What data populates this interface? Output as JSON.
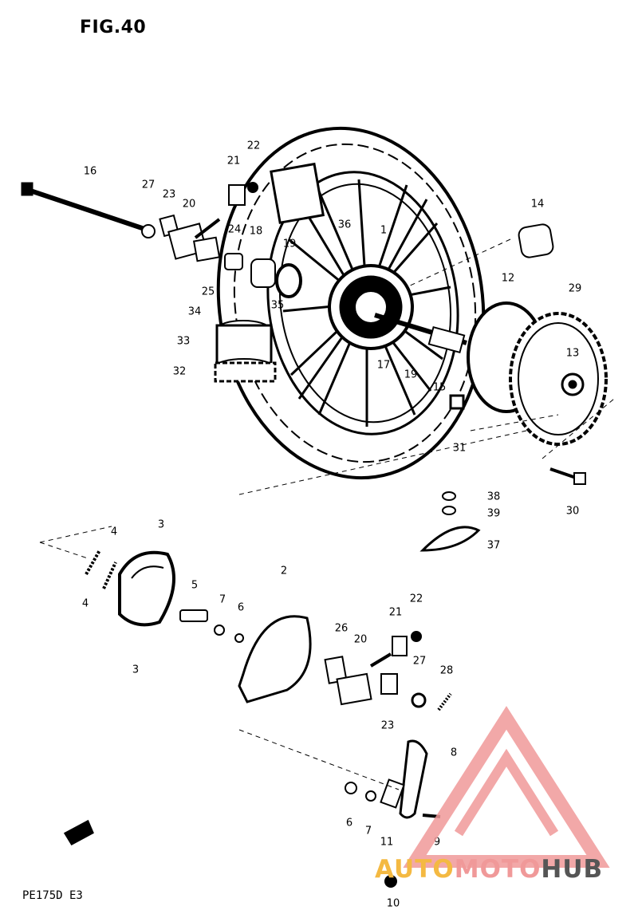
{
  "figure": {
    "title": "FIG.40",
    "model_code": "PE175D  E3"
  },
  "watermark": {
    "text_part1": "AUTO",
    "text_part2": "MOTO",
    "text_part3": "HUB",
    "logo": "triangle-logo",
    "color_orange": "#f4b942",
    "color_pink": "#f09999",
    "color_gray": "#555555"
  },
  "parts": {
    "p1": "1",
    "p2": "2",
    "p3a": "3",
    "p3b": "3",
    "p4": "4",
    "p4b": "4",
    "p5": "5",
    "p6a": "6",
    "p6b": "6",
    "p7a": "7",
    "p7b": "7",
    "p8": "8",
    "p9": "9",
    "p10": "10",
    "p11": "11",
    "p12": "12",
    "p13": "13",
    "p14": "14",
    "p15": "15",
    "p16": "16",
    "p17": "17",
    "p18": "18",
    "p19a": "19",
    "p19b": "19",
    "p20a": "20",
    "p20b": "20",
    "p21a": "21",
    "p21b": "21",
    "p22a": "22",
    "p22b": "22",
    "p23a": "23",
    "p23b": "23",
    "p24": "24",
    "p25": "25",
    "p26": "26",
    "p27a": "27",
    "p27b": "27",
    "p28": "28",
    "p29": "29",
    "p30": "30",
    "p31": "31",
    "p32": "32",
    "p33": "33",
    "p34": "34",
    "p35": "35",
    "p36": "36",
    "p37": "37",
    "p38": "38",
    "p39": "39"
  }
}
